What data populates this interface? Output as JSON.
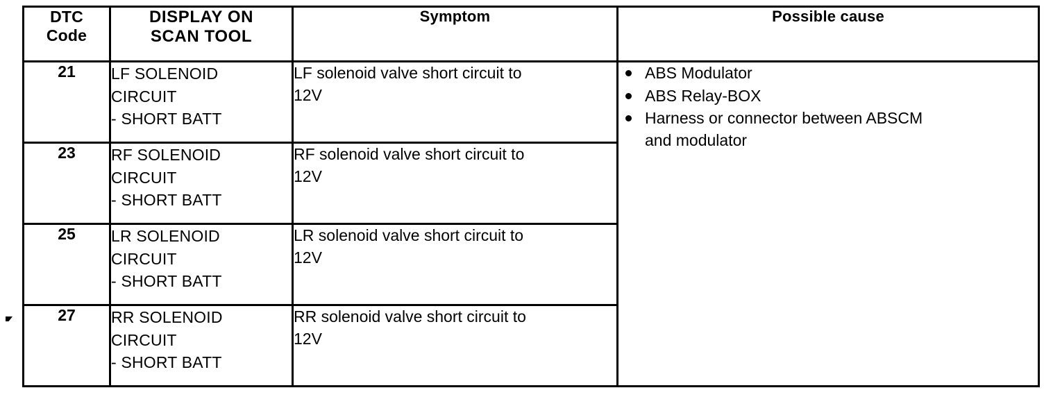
{
  "table": {
    "headers": {
      "code": {
        "line1": "DTC",
        "line2": "Code"
      },
      "display": {
        "line1": "DISPLAY ON",
        "line2": "SCAN TOOL"
      },
      "symptom": "Symptom",
      "cause": "Possible cause"
    },
    "rows": [
      {
        "code": "21",
        "display": {
          "line1": "LF SOLENOID",
          "line2": "CIRCUIT",
          "line3": "- SHORT BATT"
        },
        "symptom": {
          "line1": "LF solenoid valve short circuit to",
          "line2": "12V"
        }
      },
      {
        "code": "23",
        "display": {
          "line1": "RF SOLENOID",
          "line2": "CIRCUIT",
          "line3": "- SHORT BATT"
        },
        "symptom": {
          "line1": "RF solenoid valve short circuit to",
          "line2": "12V"
        }
      },
      {
        "code": "25",
        "display": {
          "line1": "LR SOLENOID",
          "line2": "CIRCUIT",
          "line3": "- SHORT BATT"
        },
        "symptom": {
          "line1": "LR solenoid valve short circuit to",
          "line2": "12V"
        }
      },
      {
        "code": "27",
        "display": {
          "line1": "RR SOLENOID",
          "line2": "CIRCUIT",
          "line3": "- SHORT BATT"
        },
        "symptom": {
          "line1": "RR solenoid valve short circuit to",
          "line2": "12V"
        }
      }
    ],
    "possible_cause": {
      "items": [
        {
          "line1": "ABS Modulator",
          "line2": ""
        },
        {
          "line1": "ABS Relay-BOX",
          "line2": ""
        },
        {
          "line1": "Harness or connector between ABSCM",
          "line2": "and modulator"
        }
      ]
    }
  },
  "colors": {
    "ink": "#000000",
    "paper": "#ffffff"
  }
}
